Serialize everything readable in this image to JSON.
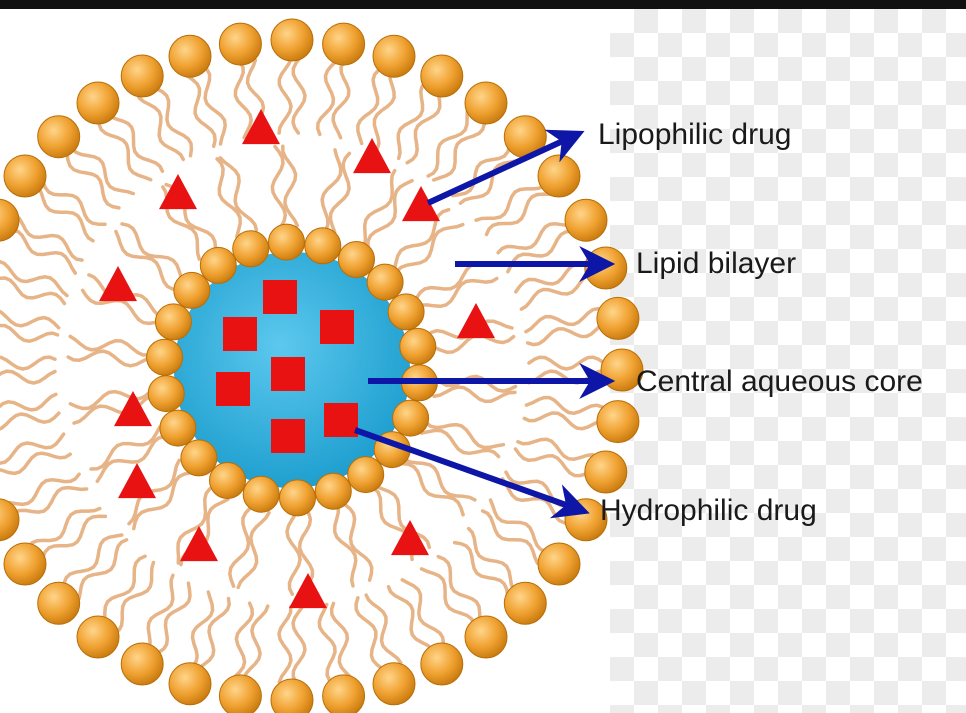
{
  "labels": {
    "lipophilic": "Lipophilic drug",
    "bilayer": "Lipid bilayer",
    "core": "Central aqueous core",
    "hydrophilic": "Hydrophilic drug"
  },
  "colors": {
    "head": "#f0a232",
    "head_stroke": "#b86e08",
    "tail": "#e6b487",
    "core": "#2bb0de",
    "drug": "#e81212",
    "arrow": "#0d16a6"
  }
}
